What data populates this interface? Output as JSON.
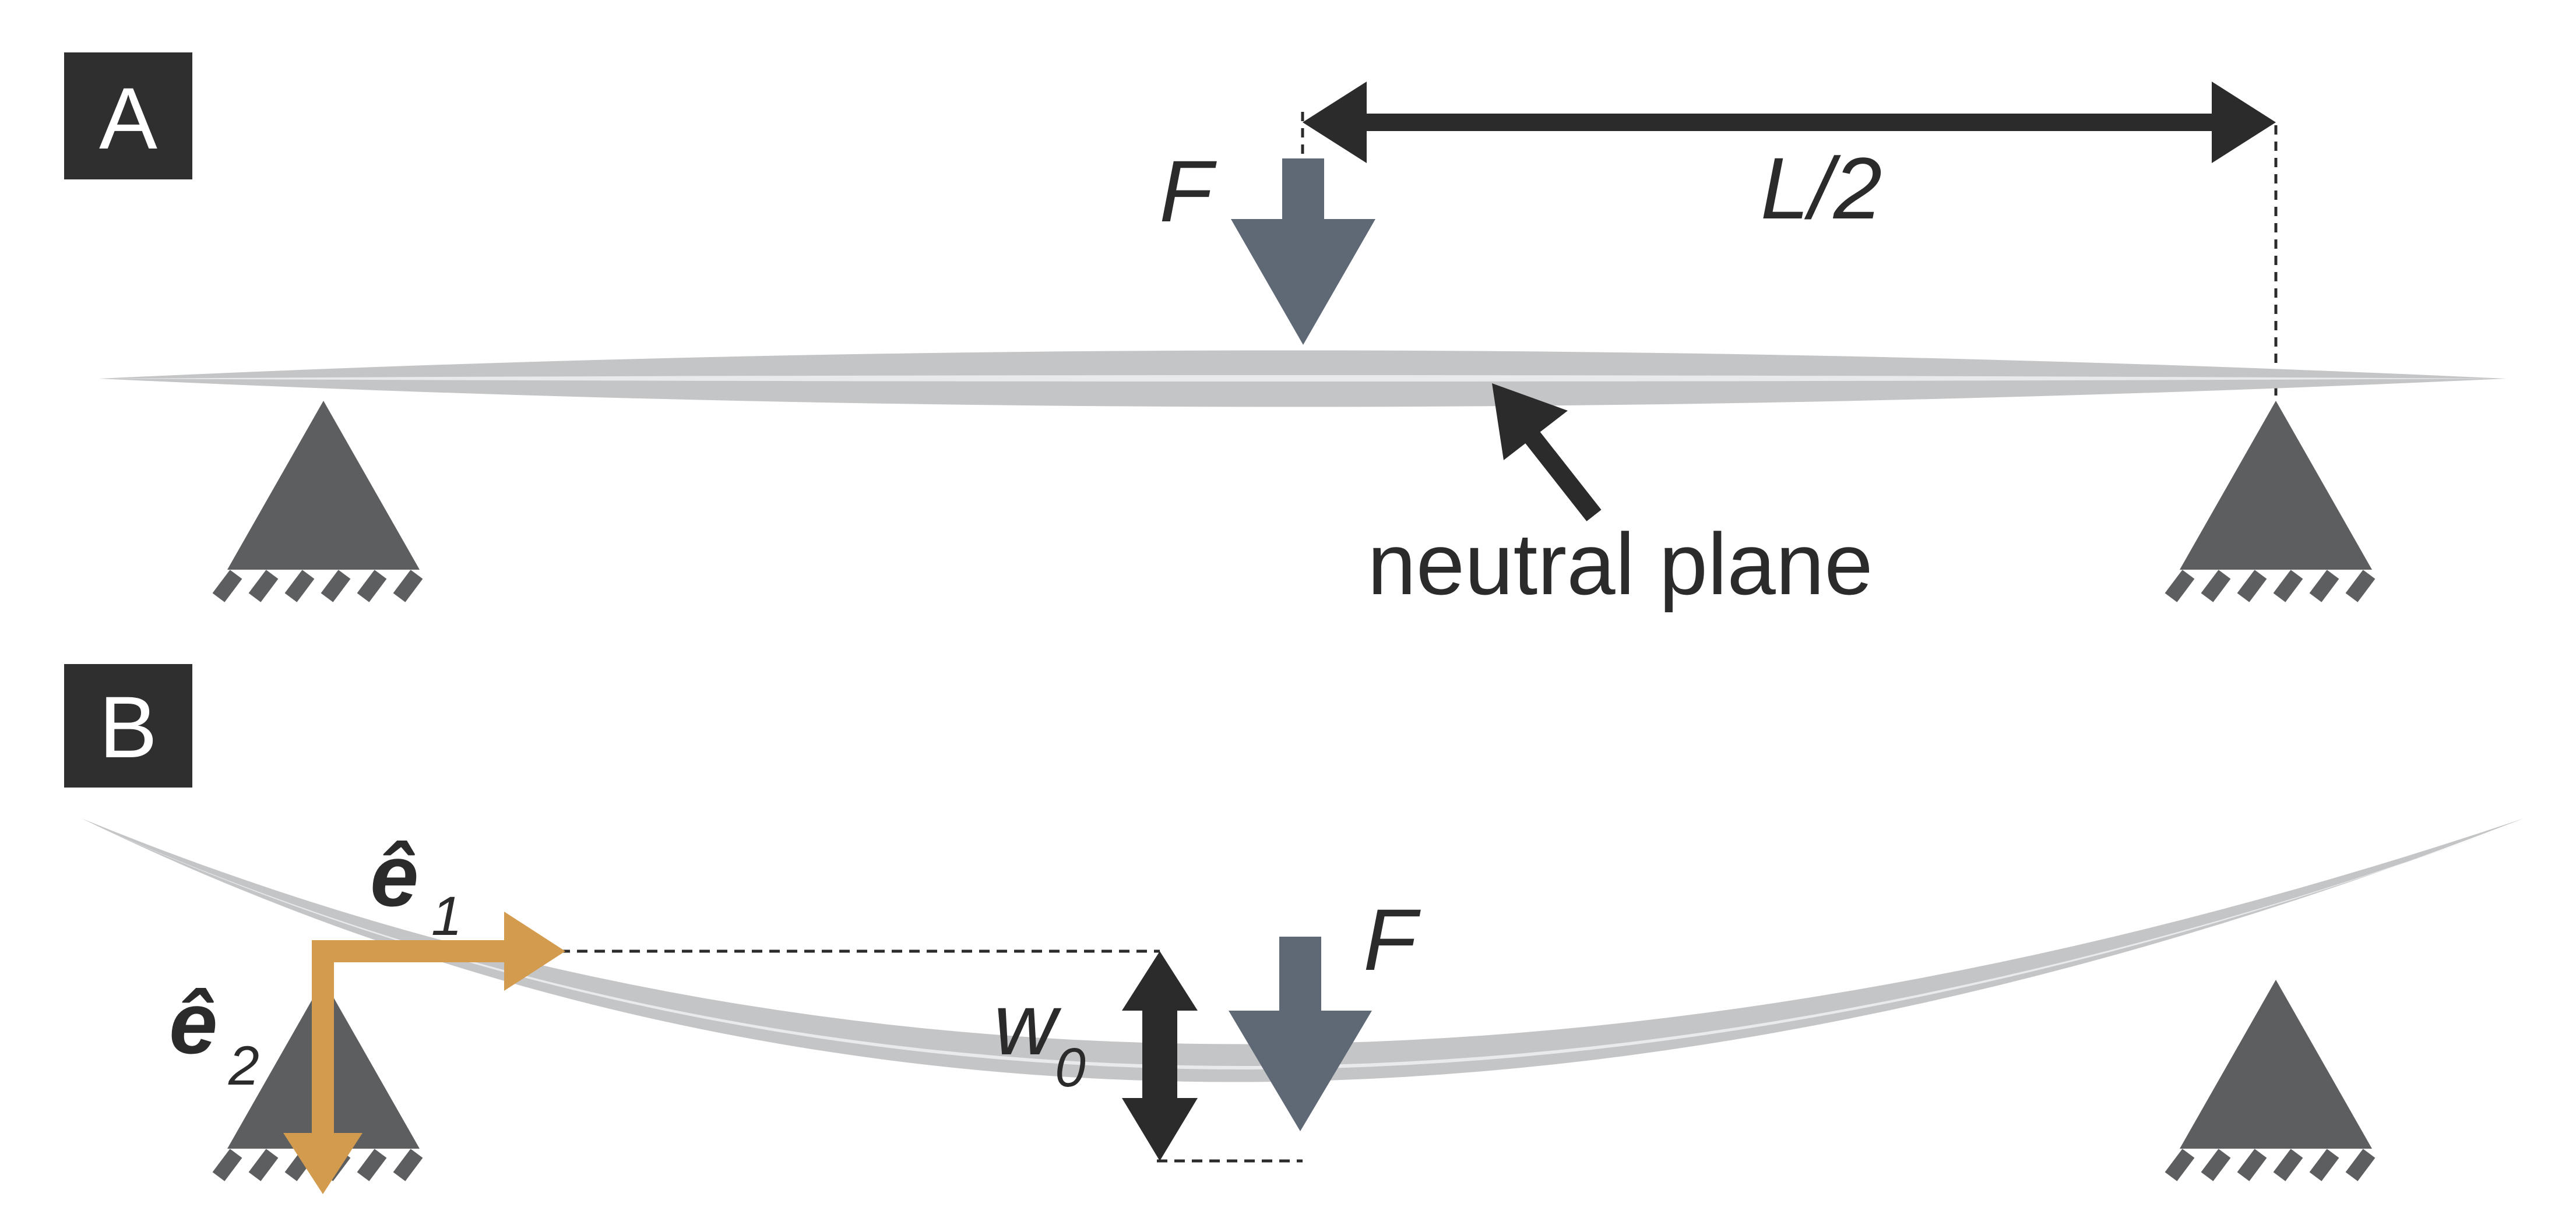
{
  "panels": {
    "a": {
      "label": "A",
      "force_label": "F",
      "span_label": "L/2",
      "neutral_plane_label": "neutral plane"
    },
    "b": {
      "label": "B",
      "force_label": "F",
      "basis_e1": "ê",
      "basis_e1_sub": "1",
      "basis_e2": "ê",
      "basis_e2_sub": "2",
      "deflection_label": "w",
      "deflection_sub": "0"
    }
  },
  "colors": {
    "beam": "#c4c5c7",
    "beam_highlight": "#e9eaeb",
    "support": "#5d5e60",
    "force_arrow": "#5f6975",
    "dimension": "#2b2b2b",
    "basis": "#d39b4d",
    "label_box": "#2f2f2f"
  }
}
